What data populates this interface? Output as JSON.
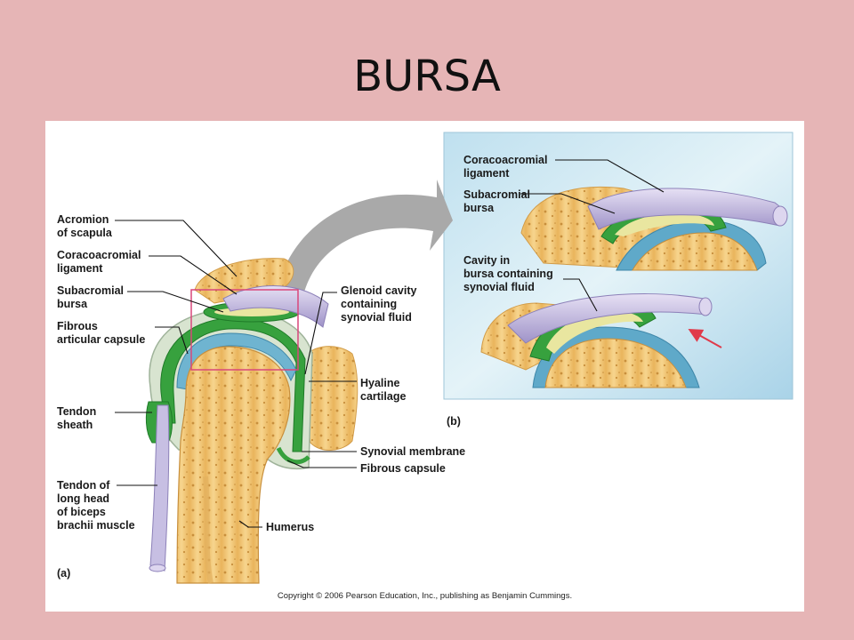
{
  "slide": {
    "title": "BURSA"
  },
  "figure_a": {
    "panel_label": "(a)",
    "labels": {
      "acromion": "Acromion\nof scapula",
      "coracoacromial": "Coracoacromial\nligament",
      "subacromial": "Subacromial\nbursa",
      "fibrous_articular": "Fibrous\narticular capsule",
      "tendon_sheath": "Tendon\nsheath",
      "tendon_biceps": "Tendon of\nlong head\nof biceps\nbrachii muscle",
      "glenoid": "Glenoid cavity\ncontaining\nsynovial fluid",
      "hyaline": "Hyaline\ncartilage",
      "synovial_membrane": "Synovial membrane",
      "fibrous_capsule": "Fibrous capsule",
      "humerus": "Humerus"
    }
  },
  "figure_b": {
    "panel_label": "(b)",
    "labels": {
      "coracoacromial": "Coracoacromial\nligament",
      "subacromial": "Subacromial\nbursa",
      "cavity": "Cavity in\nbursa containing\nsynovial fluid"
    }
  },
  "copyright": "Copyright © 2006 Pearson Education, Inc., publishing as Benjamin Cummings.",
  "colors": {
    "background": "#e6b5b6",
    "bone": "#f2c978",
    "bursa_green": "#2f9a36",
    "cartilage_blue": "#5fa9c9",
    "ligament_lilac": "#c7bfe3",
    "highlight_box": "#d9477a"
  }
}
